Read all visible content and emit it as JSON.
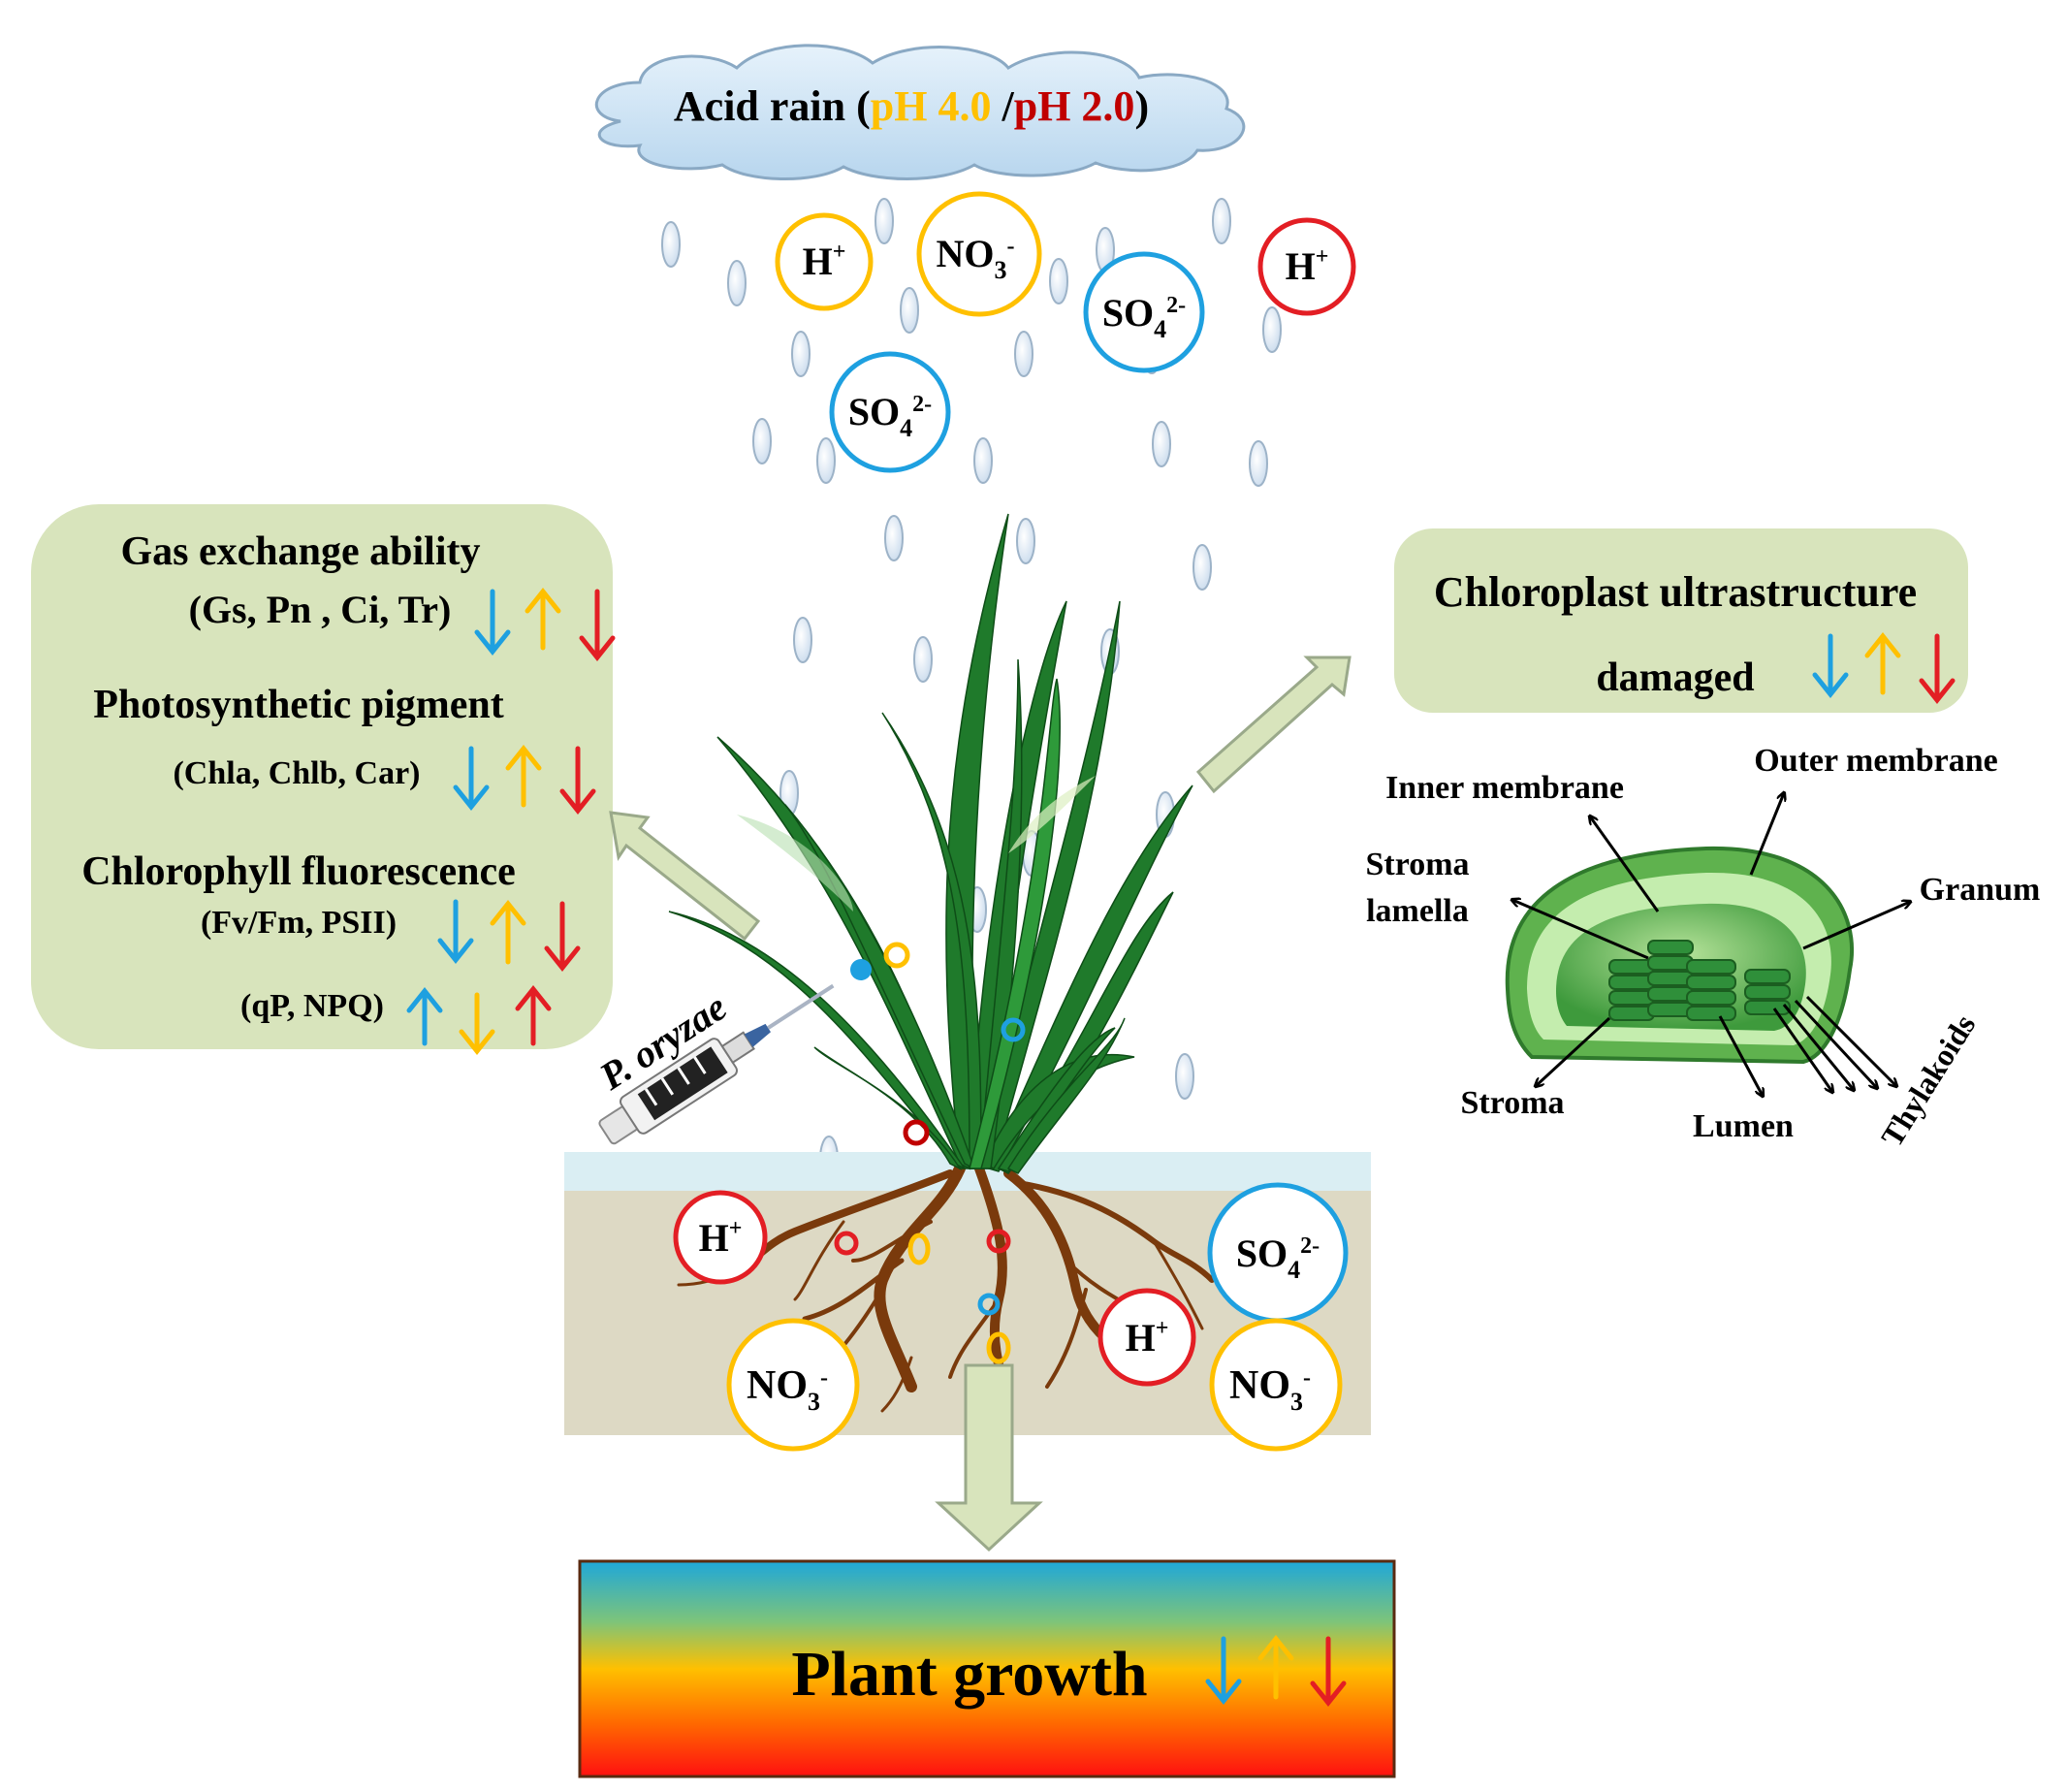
{
  "colors": {
    "yellow": "#FFC000",
    "red": "#E31E24",
    "blue": "#1EA0E0",
    "dark_red": "#C00000",
    "box_fill": "#D8E4BC",
    "soil": "#DDD9C4",
    "water": "#DAEEF3",
    "root": "#7A3A0C",
    "leaf": "#1F7A2B"
  },
  "cloud": {
    "prefix": "Acid rain (",
    "ph1": "pH 4.0",
    "sep": " /",
    "ph2": "pH 2.0",
    "suffix": ")"
  },
  "ions": {
    "h": "H",
    "h_sup": "+",
    "no3": "NO",
    "no3_sub": "3",
    "no3_sup": "-",
    "so4": "SO",
    "so4_sub": "4",
    "so4_sup": "2-"
  },
  "left_box": {
    "gas_title": "Gas exchange ability",
    "gas_params": "(Gs, Pn , Ci, Tr)",
    "pigment_title": "Photosynthetic pigment",
    "pigment_params": "(Chla, Chlb, Car)",
    "fluor_title": "Chlorophyll fluorescence",
    "fluor_params1": "(Fv/Fm, PSII)",
    "fluor_params2": "(qP, NPQ)"
  },
  "right_box": {
    "title": "Chloroplast ultrastructure",
    "status": "damaged"
  },
  "chloroplast_labels": {
    "inner": "Inner membrane",
    "outer": "Outer membrane",
    "stroma_lamella_1": "Stroma",
    "stroma_lamella_2": "lamella",
    "granum": "Granum",
    "stroma": "Stroma",
    "lumen": "Lumen",
    "thylakoids": "Thylakoids"
  },
  "pathogen": "P. oryzae",
  "growth": {
    "label": "Plant growth"
  }
}
